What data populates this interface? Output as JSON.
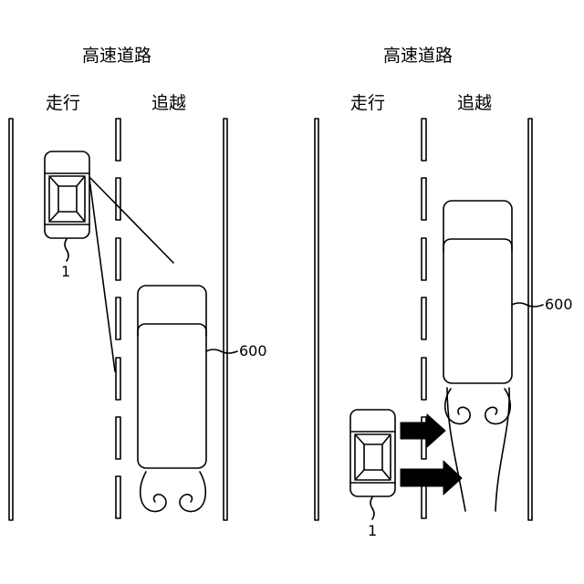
{
  "left_panel": {
    "title": "高速道路",
    "lane_driving": "走行",
    "lane_passing": "追越",
    "vehicle_ref": "1",
    "truck_ref": "600"
  },
  "right_panel": {
    "title": "高速道路",
    "lane_driving": "走行",
    "lane_passing": "追越",
    "vehicle_ref": "1",
    "truck_ref": "600"
  },
  "colors": {
    "stroke": "#000000",
    "background": "#ffffff"
  },
  "icons": [
    "car-top-view",
    "truck-top-view",
    "wind-arrow",
    "turbulence-swirl"
  ]
}
